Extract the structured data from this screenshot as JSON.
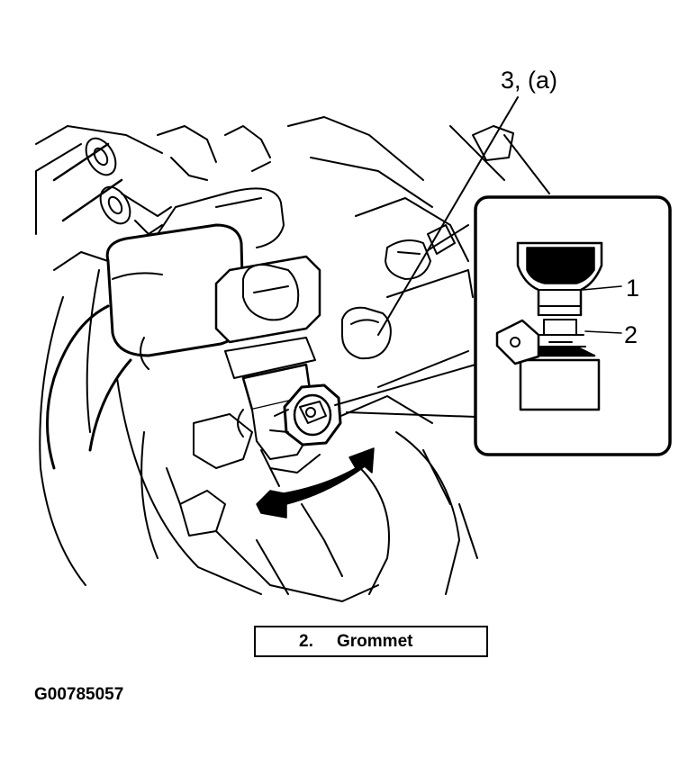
{
  "callouts": {
    "main": "3, (a)",
    "one": "1",
    "two": "2"
  },
  "legend": {
    "number": "2.",
    "text": "Grommet"
  },
  "figure_id": "G00785057"
}
